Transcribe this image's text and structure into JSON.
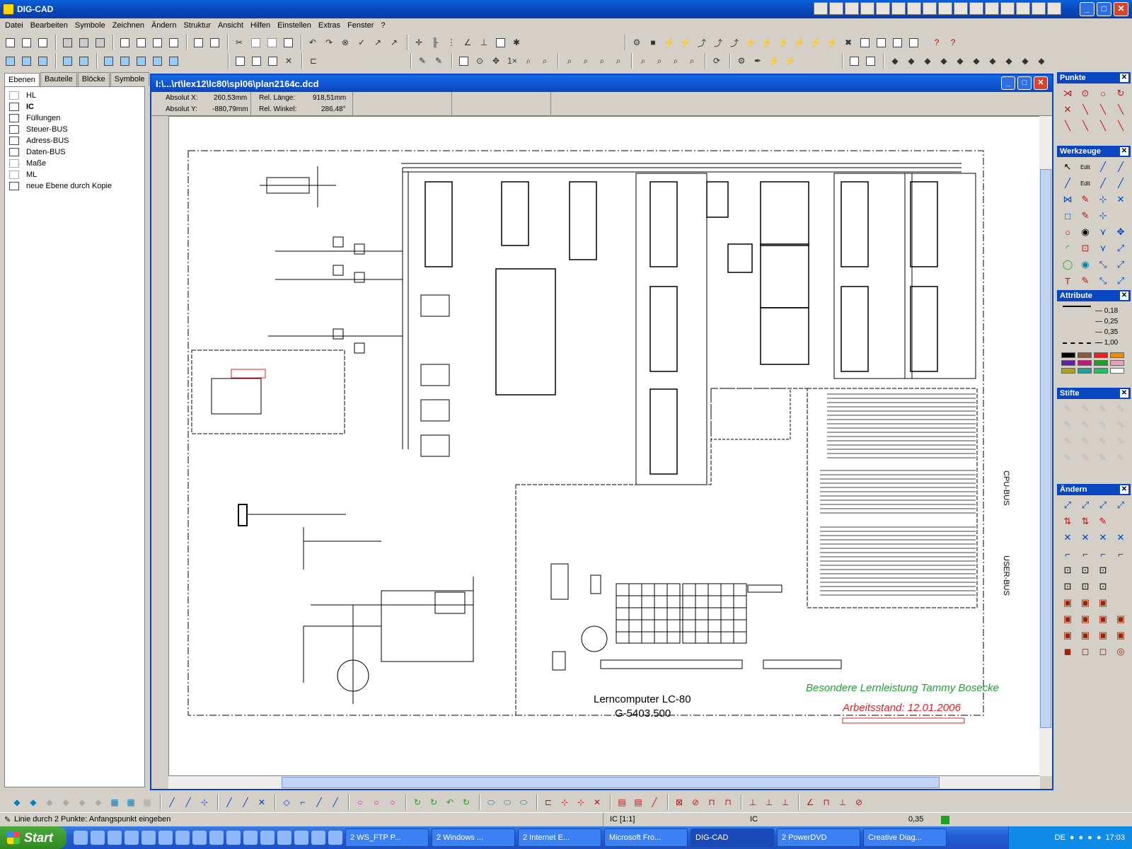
{
  "window": {
    "title": "DIG-CAD"
  },
  "menu": [
    "Datei",
    "Bearbeiten",
    "Symbole",
    "Zeichnen",
    "Ändern",
    "Struktur",
    "Ansicht",
    "Hilfen",
    "Einstellen",
    "Extras",
    "Fenster",
    "?"
  ],
  "left_tabs": [
    "Ebenen",
    "Bauteile",
    "Blöcke",
    "Symbole"
  ],
  "layers": [
    "HL",
    "IC",
    "Füllungen",
    "Steuer-BUS",
    "Adress-BUS",
    "Daten-BUS",
    "Maße",
    "ML",
    "neue Ebene durch Kopie"
  ],
  "document": {
    "title": "I:\\...\\rt\\lex12\\lc80\\spl06\\plan2164c.dcd"
  },
  "coords": {
    "abs_x_label": "Absolut X:",
    "abs_x": "260,53mm",
    "abs_y_label": "Absolut Y:",
    "abs_y": "-880,79mm",
    "rel_len_label": "Rel. Länge:",
    "rel_len": "918,51mm",
    "rel_angle_label": "Rel. Winkel:",
    "rel_angle": "286,48°"
  },
  "drawing": {
    "title1": "Lerncomputer LC-80",
    "title2": "G-5403.500",
    "note": "Besondere Lernleistung Tammy Bosecke",
    "date": "Arbeitsstand: 12.01.2006",
    "bus1": "CPU-BUS",
    "bus2": "USER-BUS"
  },
  "panels": {
    "punkte": "Punkte",
    "werkzeuge": "Werkzeuge",
    "attribute": "Attribute",
    "stifte": "Stifte",
    "aendern": "Ändern"
  },
  "line_widths": [
    "0,18",
    "0,25",
    "0,35",
    "1,00"
  ],
  "pen_colors": [
    "#000000",
    "#8b5a3c",
    "#e82020",
    "#f08c00",
    "#6020a0",
    "#c01878",
    "#20a020",
    "#e8a0c0",
    "#b0a020",
    "#20a0a0",
    "#20c060",
    "#ffffff"
  ],
  "status": {
    "message": "Linie durch 2 Punkte: Anfangspunkt eingeben",
    "layer": "IC [1:1]",
    "layer2": "IC",
    "width": "0,35"
  },
  "taskbar": {
    "start": "Start",
    "tasks": [
      "2 WS_FTP P...",
      "2 Windows ...",
      "2 Internet E...",
      "Microsoft Fro...",
      "DIG-CAD",
      "2 PowerDVD",
      "Creative Diag..."
    ],
    "lang": "DE",
    "time": "17:03"
  }
}
